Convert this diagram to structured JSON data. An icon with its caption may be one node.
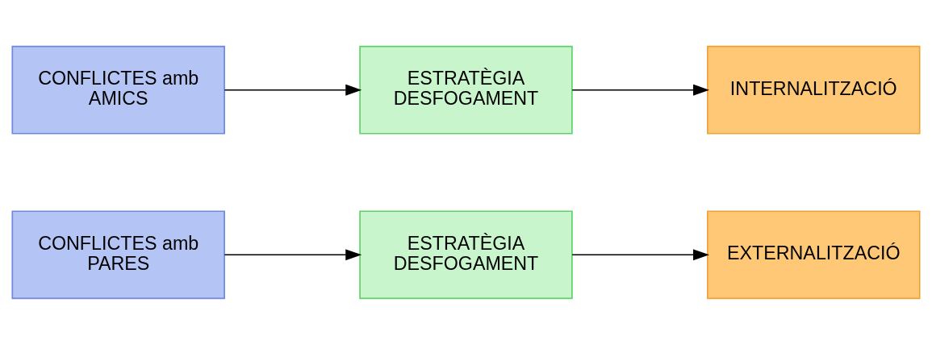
{
  "diagram": {
    "nodes": [
      {
        "text": [
          "CONFLICTES amb PARES"
        ]
      },
      {
        "text": [
          "ESTRATÈGIA DESFOGAMENT"
        ]
      },
      {
        "text": [
          "EXTERNALITZACIÓ"
        ]
      },
      {
        "text": [
          "CONFLICTES amb AMICS"
        ]
      },
      {
        "text": [
          "ESTRATÈGIA DESFOGAMENT"
        ]
      },
      {
        "text": [
          "INTERNALITZACIÓ"
        ]
      }
    ],
    "edges": [
      {
        "from": 0,
        "to": 1,
        "arrow": "to"
      },
      {
        "from": 1,
        "to": 2,
        "arrow": "to"
      },
      {
        "from": 3,
        "to": 4,
        "arrow": "to"
      },
      {
        "from": 4,
        "to": 5,
        "arrow": "to"
      }
    ]
  }
}
